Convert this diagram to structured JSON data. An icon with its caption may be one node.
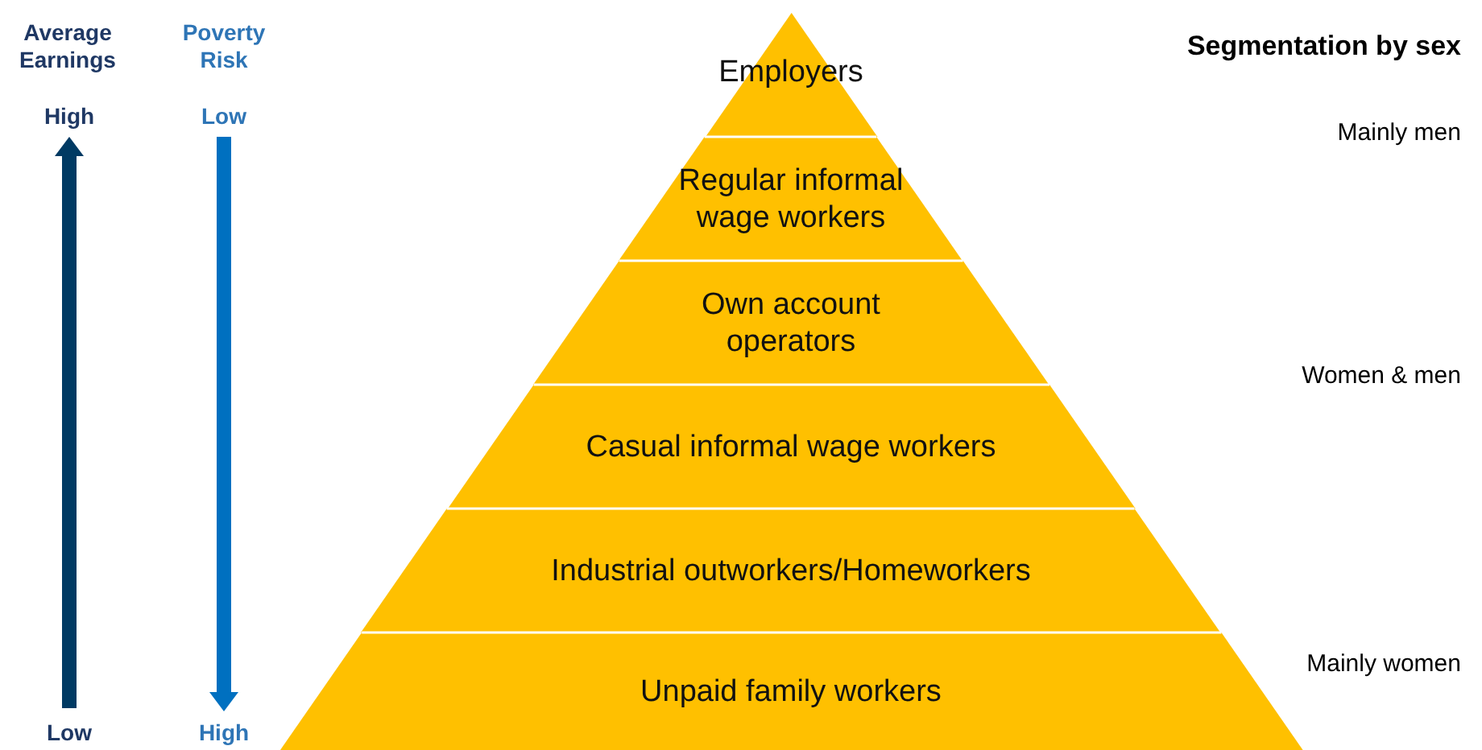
{
  "diagram": {
    "nodes": [
      {
        "text": [
          "Employers"
        ]
      },
      {
        "text": [
          "Regular informal wage workers"
        ]
      },
      {
        "text": [
          "Own account operators"
        ]
      },
      {
        "text": [
          "Casual informal wage workers"
        ]
      },
      {
        "text": [
          "Industrial outworkers/Homeworkers"
        ]
      },
      {
        "text": [
          "Unpaid family workers"
        ]
      }
    ],
    "labels": [
      "Average Earnings",
      "Poverty Risk",
      "Segmentation by sex",
      "High",
      "Low",
      "Mainly men",
      "Women & men",
      "Low",
      "High",
      "Mainly women"
    ]
  }
}
